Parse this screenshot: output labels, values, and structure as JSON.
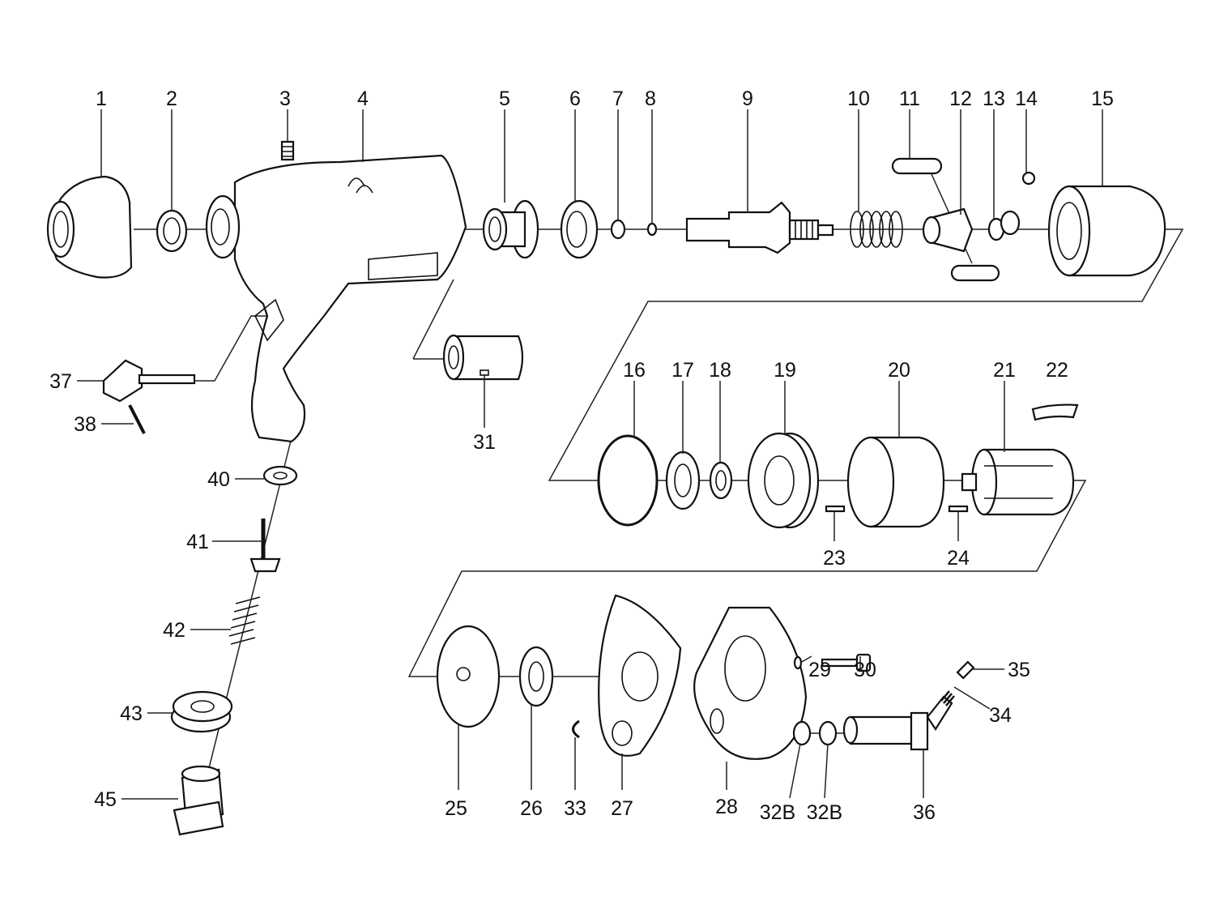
{
  "title": "Air impact wrench exploded parts diagram",
  "line_color": "#111111",
  "background": "#ffffff",
  "labels": {
    "p1": "1",
    "p2": "2",
    "p3": "3",
    "p4": "4",
    "p5": "5",
    "p6": "6",
    "p7": "7",
    "p8": "8",
    "p9": "9",
    "p10": "10",
    "p11": "11",
    "p12": "12",
    "p13": "13",
    "p14": "14",
    "p15": "15",
    "p16": "16",
    "p17": "17",
    "p18": "18",
    "p19": "19",
    "p20": "20",
    "p21": "21",
    "p22": "22",
    "p23": "23",
    "p24": "24",
    "p25": "25",
    "p26": "26",
    "p27": "27",
    "p28": "28",
    "p29": "29",
    "p30": "30",
    "p31": "31",
    "p32b_a": "32B",
    "p32b_b": "32B",
    "p33": "33",
    "p34": "34",
    "p35": "35",
    "p36": "36",
    "p37": "37",
    "p38": "38",
    "p40": "40",
    "p41": "41",
    "p42": "42",
    "p43": "43",
    "p45": "45"
  }
}
